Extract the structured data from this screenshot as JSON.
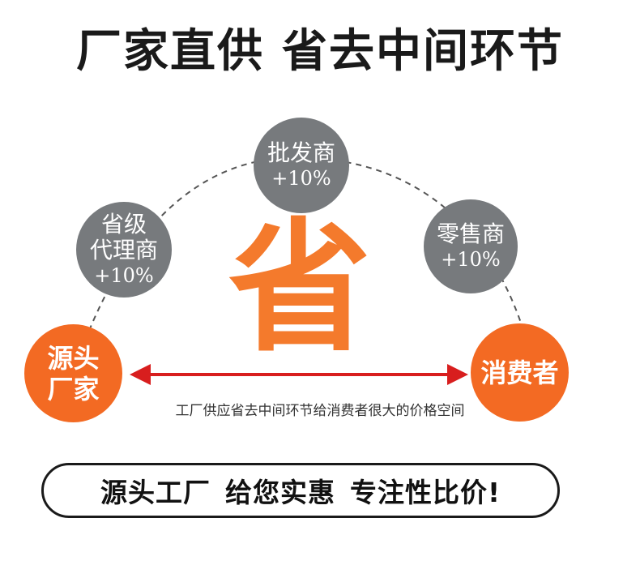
{
  "title": {
    "part1": "厂家直供",
    "part2": "省去中间环节"
  },
  "nodes": {
    "wholesaler": {
      "name": "批发商",
      "percent": "+10%"
    },
    "provincial_agent": {
      "name_line1": "省级",
      "name_line2": "代理商",
      "percent": "+10%"
    },
    "retailer": {
      "name": "零售商",
      "percent": "+10%"
    },
    "factory": {
      "line1": "源头",
      "line2": "厂家"
    },
    "consumer": {
      "name": "消费者"
    }
  },
  "center_char": "省",
  "caption": "工厂供应省去中间环节给消费者很大的价格空间",
  "slogan": {
    "part1": "源头工厂",
    "part2": "给您实惠",
    "part3": "专注性比价!"
  },
  "colors": {
    "grey_node": "#777a7d",
    "orange_node": "#f36a23",
    "center_char": "#f47a2c",
    "arrow": "#d81e1e"
  }
}
